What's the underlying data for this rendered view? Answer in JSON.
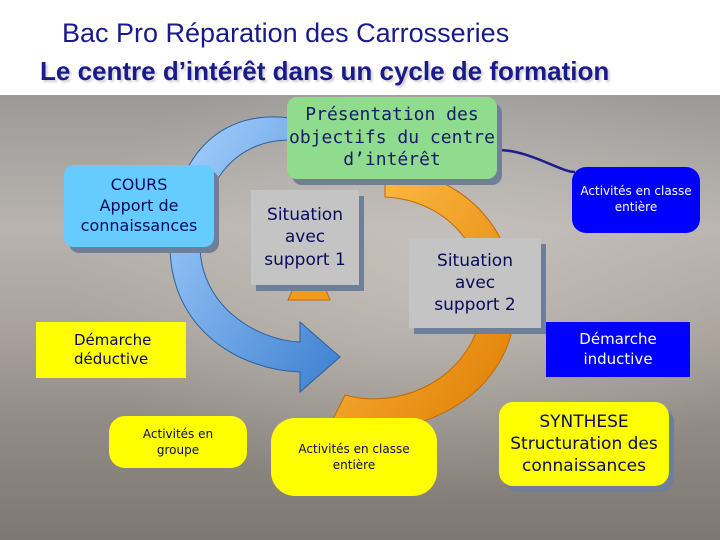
{
  "title": "Bac Pro Réparation des Carrosseries",
  "subtitle": "Le centre d’intérêt dans un cycle de formation",
  "presentation": {
    "lines": [
      "Présentation des",
      "objectifs du centre",
      "d’intérêt"
    ]
  },
  "cours": {
    "lines": [
      "COURS",
      "Apport de",
      "connaissances"
    ]
  },
  "situation1": {
    "lines": [
      "Situation",
      "avec",
      "support 1"
    ]
  },
  "situation2": {
    "lines": [
      "Situation",
      "avec",
      "support 2"
    ]
  },
  "activites_classe_top": {
    "lines": [
      "Activités en classe",
      "entière"
    ]
  },
  "demarche_deductive": {
    "lines": [
      "Démarche",
      "déductive"
    ]
  },
  "demarche_inductive": {
    "lines": [
      "Démarche",
      "inductive"
    ]
  },
  "activites_groupe": {
    "lines": [
      "Activités en",
      "groupe"
    ]
  },
  "activites_classe_bottom": {
    "lines": [
      "Activités en classe",
      "entière"
    ]
  },
  "synthese": {
    "lines": [
      "SYNTHESE",
      "Structuration des",
      "connaissances"
    ]
  },
  "colors": {
    "title": "#1a1a8c",
    "presentation_fill": "#8fdc8f",
    "cours_fill": "#66ccff",
    "situation_fill": "#c4c4c4",
    "demarche_fill": "#0000ff",
    "yellow_fill": "#ffff00",
    "cycle_orange": "#f39a21",
    "cycle_blue": "#4d8fd6"
  }
}
